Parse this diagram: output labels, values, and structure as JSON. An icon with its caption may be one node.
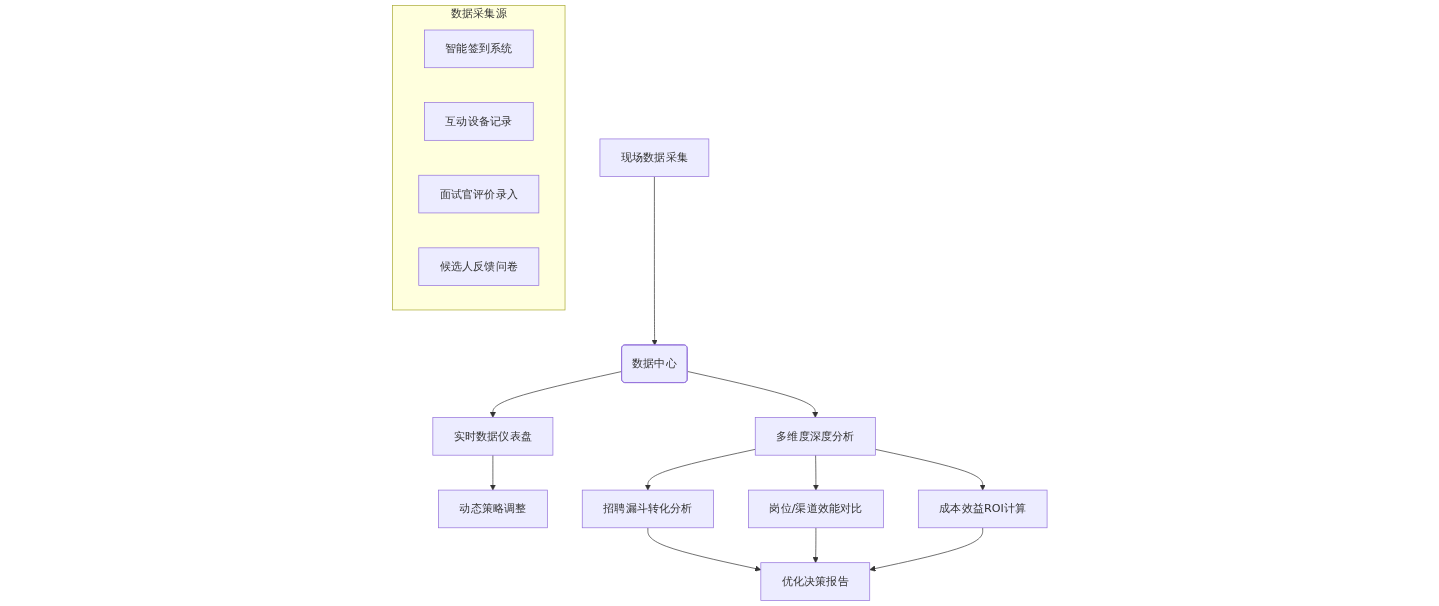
{
  "diagram": {
    "nodes": [
      {
        "text": [
          "数据采集源"
        ]
      },
      {
        "text": [
          "智能签到系统"
        ],
        "in": 0
      },
      {
        "text": [
          "互动设备记录"
        ],
        "in": 0
      },
      {
        "text": [
          "面试官评价录入"
        ],
        "in": 0
      },
      {
        "text": [
          "候选人反馈问卷"
        ],
        "in": 0
      },
      {
        "text": [
          "现场数据采集"
        ]
      },
      {
        "text": [
          "数据中心"
        ]
      },
      {
        "text": [
          "实时数据仪表盘"
        ]
      },
      {
        "text": [
          "多维度深度分析"
        ]
      },
      {
        "text": [
          "动态策略调整"
        ]
      },
      {
        "text": [
          "招聘漏斗转化分析"
        ]
      },
      {
        "text": [
          "岗位/渠道效能对比"
        ]
      },
      {
        "text": [
          "成本效益ROI计算"
        ]
      },
      {
        "text": [
          "优化决策报告"
        ]
      }
    ],
    "edges": [
      {
        "from": 5,
        "to": 6,
        "arrow": "to"
      },
      {
        "from": 6,
        "to": 7,
        "arrow": "to"
      },
      {
        "from": 6,
        "to": 8,
        "arrow": "to"
      },
      {
        "from": 7,
        "to": 9,
        "arrow": "to"
      },
      {
        "from": 8,
        "to": 10,
        "arrow": "to"
      },
      {
        "from": 8,
        "to": 11,
        "arrow": "to"
      },
      {
        "from": 8,
        "to": 12,
        "arrow": "to"
      },
      {
        "from": 10,
        "to": 13,
        "arrow": "to"
      },
      {
        "from": 11,
        "to": 13,
        "arrow": "to"
      },
      {
        "from": 12,
        "to": 13,
        "arrow": "to"
      }
    ]
  }
}
